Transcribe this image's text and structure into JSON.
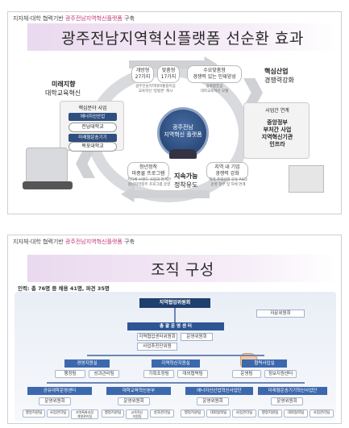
{
  "slide1": {
    "breadcrumb_prefix": "지자체-대학 협력기반 ",
    "breadcrumb_highlight": "광주전남지역혁신플랫폼",
    "breadcrumb_suffix": " 구축",
    "title": "광주전남지역혁신플랫폼 선순환 효과",
    "center_label": "광주전남\n지역혁신 플랫폼",
    "top_pill_1": "개방형\n27가지",
    "top_pill_2": "맞춤형\n17가지",
    "top_pill_3": "수요맞춤형\n경쟁력 있는 인재양성",
    "top_note_1": "광주전남지역대학통합이음\n교육혁신 '방법론' 제시",
    "top_note_2": "융복합전공\n대학교육혁신 모델",
    "left_label_strong": "미래지향",
    "left_label_sub": "대학교육혁신",
    "right_label_strong": "핵심산업",
    "right_label_sub": "경쟁력강화",
    "bottom_label_strong": "지속가능",
    "bottom_label_sub": "정착유도",
    "left_panel_title": "핵심분야 사업",
    "left_badge": "에너지신산업",
    "uni_1": "전남대학교",
    "left_badge_2": "미래형운송기기",
    "uni_2": "목포대학교",
    "right_panel_title": "사업간 연계",
    "right_panel_body": "중앙정부\n부처간 사업\n지역혁신기관\n인프라",
    "bottom_pill_1": "청년정착\n마중물 프로그램",
    "bottom_pill_2": "지역 내 기업\n경쟁력 강화",
    "bottom_note_1": "지자체 브랜드 사업과 연계한\n청년지역정주 프로그램 운영",
    "bottom_note_2": "지역 주력산업 공동 R&D\n운영 정부 및 자체 연계"
  },
  "slide2": {
    "breadcrumb_prefix": "지자체-대학 협력기반 ",
    "breadcrumb_highlight": "광주전남지역혁신플랫폼",
    "breadcrumb_suffix": " 구축",
    "title": "조직 구성",
    "headcount": "인력: 총 76명 중 채용 41명, 파견 35명",
    "top": "지역협업위원회",
    "advisory": "자문위원회",
    "center": "총 괄 운 영 센 터",
    "center_sub_1": "지역협업센터위원회",
    "center_sub_2": "운영위원회",
    "center_sub_3": "사업추진단위원",
    "divisions": [
      "경영지원실",
      "지역혁신지원실",
      "협력사업실"
    ],
    "div_units": [
      [
        "행정팀",
        "성과관리팀"
      ],
      [
        "기획조정팀",
        "대외협력팀"
      ],
      [
        "운영팀",
        "정보지원센터"
      ]
    ],
    "groups": [
      "공유대학운영센터",
      "대학교육혁신본부",
      "에너지신산업혁신사업단",
      "미래형운송기기혁신사업단"
    ],
    "group_committees": [
      "운영위원회",
      "운영위원회",
      "운영위원회",
      "운영위원회"
    ],
    "group_units": [
      [
        "행정지원팀",
        "사업관리팀",
        "지역특화과정\n개발관리팀"
      ],
      [
        "행정지원팀",
        "교육혁신\n지원팀",
        "성과관리팀"
      ],
      [
        "행정지원팀",
        "대외협력팀",
        "사업관리팀"
      ],
      [
        "행정지원팀",
        "대외협력팀",
        "사업관리팀"
      ]
    ]
  }
}
